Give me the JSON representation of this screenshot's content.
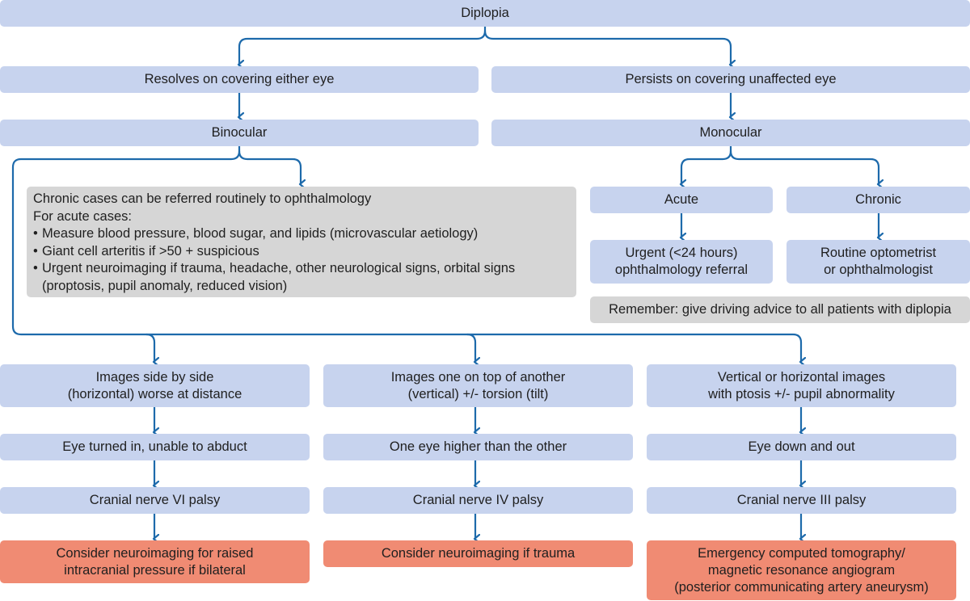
{
  "colors": {
    "box_blue": "#c7d3ee",
    "box_gray": "#d6d6d6",
    "box_orange": "#f08b73",
    "arrow": "#1d6aab"
  },
  "diagram": {
    "root": "Diplopia",
    "left_branch": {
      "test": "Resolves on covering either eye",
      "type": "Binocular"
    },
    "right_branch": {
      "test": "Persists on covering unaffected eye",
      "type": "Monocular",
      "acute": {
        "label": "Acute",
        "action_line1": "Urgent (<24 hours)",
        "action_line2": "ophthalmology referral"
      },
      "chronic": {
        "label": "Chronic",
        "action_line1": "Routine optometrist",
        "action_line2": "or ophthalmologist"
      },
      "reminder": "Remember: give driving advice to all patients with diplopia"
    },
    "binocular_note": {
      "line1": "Chronic cases can be referred routinely to ophthalmology",
      "line2": "For acute cases:",
      "bullets": [
        "Measure blood pressure, blood sugar, and lipids (microvascular aetiology)",
        "Giant cell arteritis if >50 + suspicious",
        "Urgent neuroimaging if trauma, headache, other neurological signs, orbital signs"
      ],
      "bullet3_cont": "(proptosis, pupil anomaly, reduced vision)",
      "bullet_symbol": "•"
    },
    "columns": [
      {
        "images_line1": "Images side by side",
        "images_line2": "(horizontal) worse at distance",
        "sign": "Eye turned in, unable to abduct",
        "palsy": "Cranial nerve VI palsy",
        "action_line1": "Consider neuroimaging for raised",
        "action_line2": "intracranial pressure if bilateral"
      },
      {
        "images_line1": "Images one on top of another",
        "images_line2": "(vertical) +/- torsion (tilt)",
        "sign": "One eye higher than the other",
        "palsy": "Cranial nerve IV palsy",
        "action_line1": "Consider neuroimaging if trauma"
      },
      {
        "images_line1": "Vertical or horizontal images",
        "images_line2": "with ptosis +/- pupil abnormality",
        "sign": "Eye down and out",
        "palsy": "Cranial nerve III palsy",
        "action_line1": "Emergency computed tomography/",
        "action_line2": "magnetic resonance angiogram",
        "action_line3": "(posterior communicating artery aneurysm)"
      }
    ]
  }
}
